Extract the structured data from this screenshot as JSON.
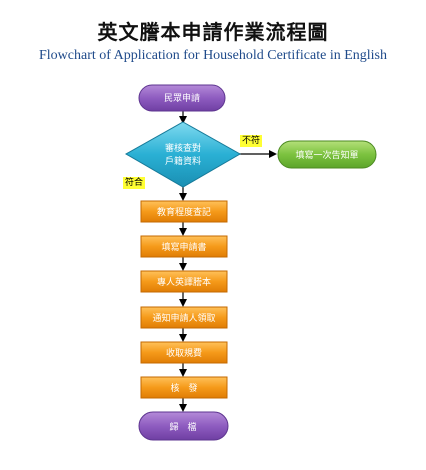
{
  "title": "英文謄本申請作業流程圖",
  "subtitle": "Flowchart of Application for Household Certificate in English",
  "nodes": {
    "start": "民眾申請",
    "decision_line1": "審核查對",
    "decision_line2": "戶籍資料",
    "reject": "填寫一次告知單",
    "step1": "教育程度查記",
    "step2": "填寫申請書",
    "step3": "專人英譯謄本",
    "step4": "通知申請人領取",
    "step5": "收取規費",
    "step6": "核　發",
    "end": "歸　檔"
  },
  "labels": {
    "not_match": "不符",
    "match": "符合"
  },
  "colors": {
    "start_end": "#8a5bb8",
    "decision": "#2ab0d4",
    "process": "#f59a1a",
    "reject": "#7cc23f",
    "highlight": "#ffff33"
  }
}
